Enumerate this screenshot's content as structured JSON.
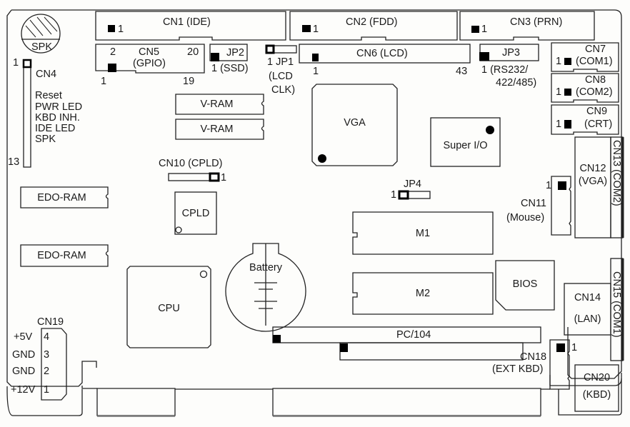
{
  "title": "Board Layout",
  "components": {
    "spk": "SPK",
    "cn1": "CN1 (IDE)",
    "cn2": "CN2 (FDD)",
    "cn3": "CN3 (PRN)",
    "cn4": "CN4",
    "cn4_pin1": "1",
    "cn4_pin13": "13",
    "cn4_labels": [
      "Reset",
      "PWR LED",
      "KBD INH.",
      "IDE LED",
      "SPK"
    ],
    "cn5": "CN5",
    "cn5_sub": "(GPIO)",
    "cn5_pin2": "2",
    "cn5_pin20": "20",
    "cn5_pin1": "1",
    "cn5_pin19": "19",
    "jp2": "JP2",
    "jp2_sub": "1  (SSD)",
    "jp1": "1 JP1",
    "jp1_sub1": "(LCD",
    "jp1_sub2": "CLK)",
    "cn6": "CN6 (LCD)",
    "cn6_pin1": "1",
    "cn6_pin43": "43",
    "jp3": "JP3",
    "jp3_sub1": "1  (RS232/",
    "jp3_sub2": "422/485)",
    "cn7": "CN7",
    "cn7_sub": "(COM1)",
    "cn8": "CN8",
    "cn8_sub": "(COM2)",
    "cn9": "CN9",
    "cn9_sub": "(CRT)",
    "pin1": "1",
    "vram1": "V-RAM",
    "vram2": "V-RAM",
    "vga": "VGA",
    "superio": "Super I/O",
    "cn10": "CN10 (CPLD)",
    "cpld": "CPLD",
    "edo1": "EDO-RAM",
    "edo2": "EDO-RAM",
    "jp4": "JP4",
    "cn11": "CN11",
    "cn11_sub": "(Mouse)",
    "cn12": "CN12",
    "cn12_sub": "(VGA)",
    "cn13": "CN13 (COM2)",
    "m1": "M1",
    "m2": "M2",
    "bios": "BIOS",
    "cn14": "CN14",
    "cn14_sub": "(LAN)",
    "cn15": "CN15 (COM1)",
    "battery": "Battery",
    "cpu": "CPU",
    "pc104": "PC/104",
    "cn18": "CN18",
    "cn18_sub": "(EXT KBD)",
    "cn20": "CN20",
    "cn20_sub": "(KBD)",
    "cn19": "CN19",
    "cn19_pins": [
      {
        "label": "+5V",
        "pin": "4"
      },
      {
        "label": "GND",
        "pin": "3"
      },
      {
        "label": "GND",
        "pin": "2"
      },
      {
        "label": "+12V",
        "pin": "1"
      }
    ]
  }
}
